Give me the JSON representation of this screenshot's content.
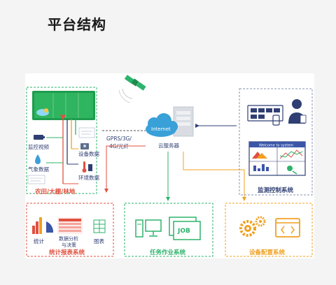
{
  "page": {
    "title": "平台结构"
  },
  "diagram": {
    "field": {
      "monitor_video": "监控视频",
      "weather_data": "气象数据",
      "device_data": "设备数据",
      "env_data": "环境数据",
      "group_label": "农田/大棚/林地"
    },
    "network": {
      "link": [
        "GPRS/3G/",
        "4G/光纤"
      ],
      "internet": "Internet",
      "cloud_server": "云服务器"
    },
    "monitor": {
      "banner": "Welcome to system",
      "label": "监测控制系统"
    },
    "stats": {
      "stat": "统计",
      "analysis": [
        "数据分析",
        "与决策"
      ],
      "chart": "图表",
      "label": "统计报表系统"
    },
    "task": {
      "job": "JOB",
      "label": "任务作业系统"
    },
    "config": {
      "label": "设备配置系统"
    },
    "colors": {
      "green": "#2db36b",
      "red": "#e0513f",
      "orange": "#f0a020",
      "navy": "#2f3f73",
      "cloud": "#3aa0d8"
    }
  }
}
